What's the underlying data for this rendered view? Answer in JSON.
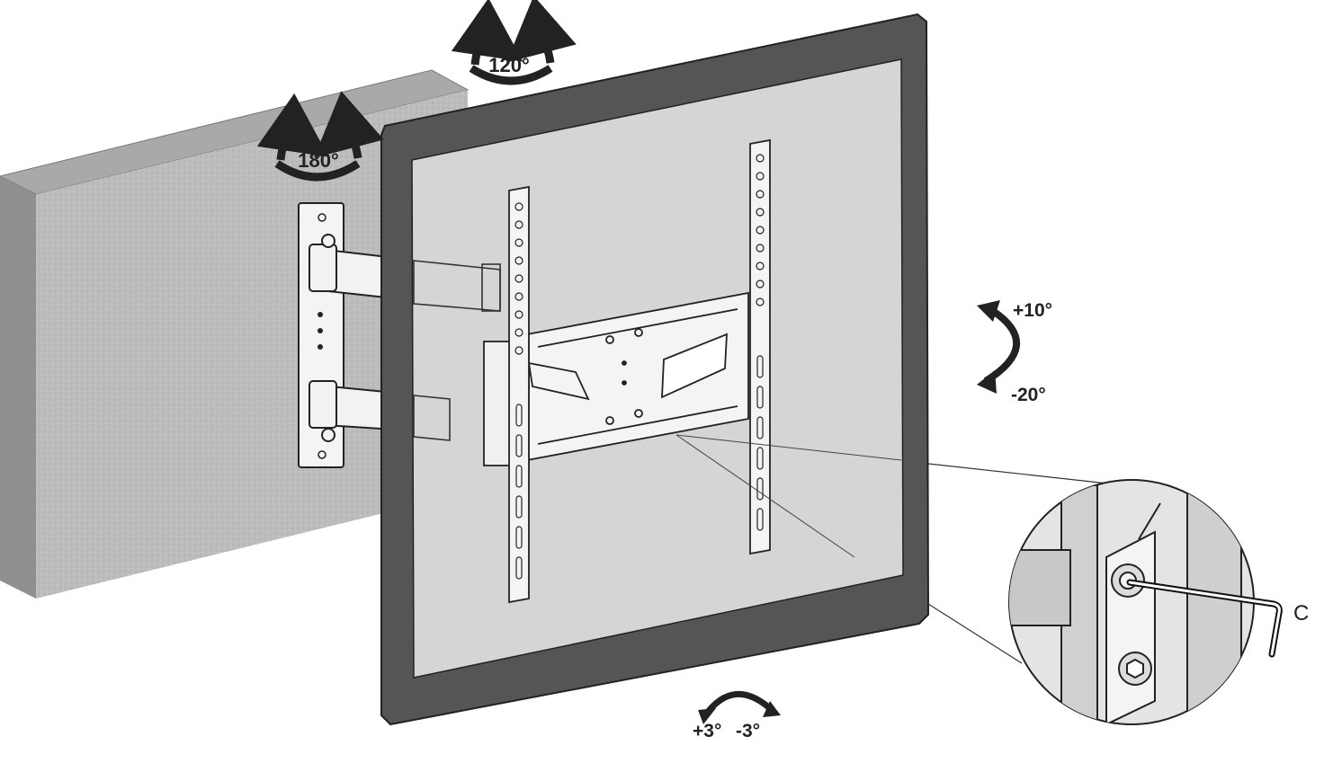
{
  "labels": {
    "swivel_wall": "180°",
    "swivel_tv": "120°",
    "tilt_up": "+10°",
    "tilt_down": "-20°",
    "rotate_plus": "+3°",
    "rotate_minus": "-3°",
    "tool_c": "C"
  },
  "colors": {
    "wall_face": "#bdbdbd",
    "wall_top": "#a9a9a9",
    "wall_side": "#8f8f8f",
    "tv_frame": "#555555",
    "screen": "#f2f2f2",
    "line": "#2a2a2a",
    "detail_bg": "#d6d6d6"
  },
  "icons": [
    "rotate-arrows-icon",
    "tilt-arrow-icon",
    "hex-key-icon"
  ]
}
